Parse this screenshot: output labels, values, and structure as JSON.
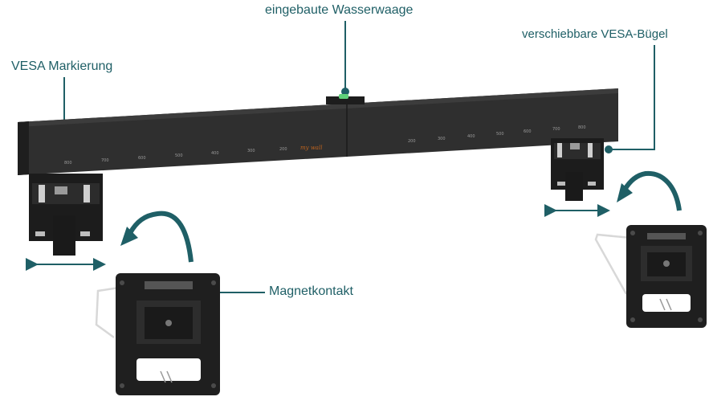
{
  "callouts": {
    "level": "eingebaute Wasserwaage",
    "vesa_marking": "VESA Markierung",
    "sliding_brackets": "verschiebbare VESA-Bügel",
    "magnet": "Magnetkontakt"
  },
  "rail": {
    "logo": "my wall",
    "left_ticks": [
      "800",
      "700",
      "600",
      "500",
      "400",
      "300",
      "200"
    ],
    "right_ticks": [
      "200",
      "300",
      "400",
      "500",
      "600",
      "700",
      "800"
    ]
  },
  "colors": {
    "callout": "#1f5f66",
    "rail": "#2a2a2a",
    "level_bubble": "#5fd07a",
    "logo": "#c0641e"
  },
  "icons": {
    "move": "double-arrow-icon",
    "rotate": "curved-arrow-icon"
  }
}
